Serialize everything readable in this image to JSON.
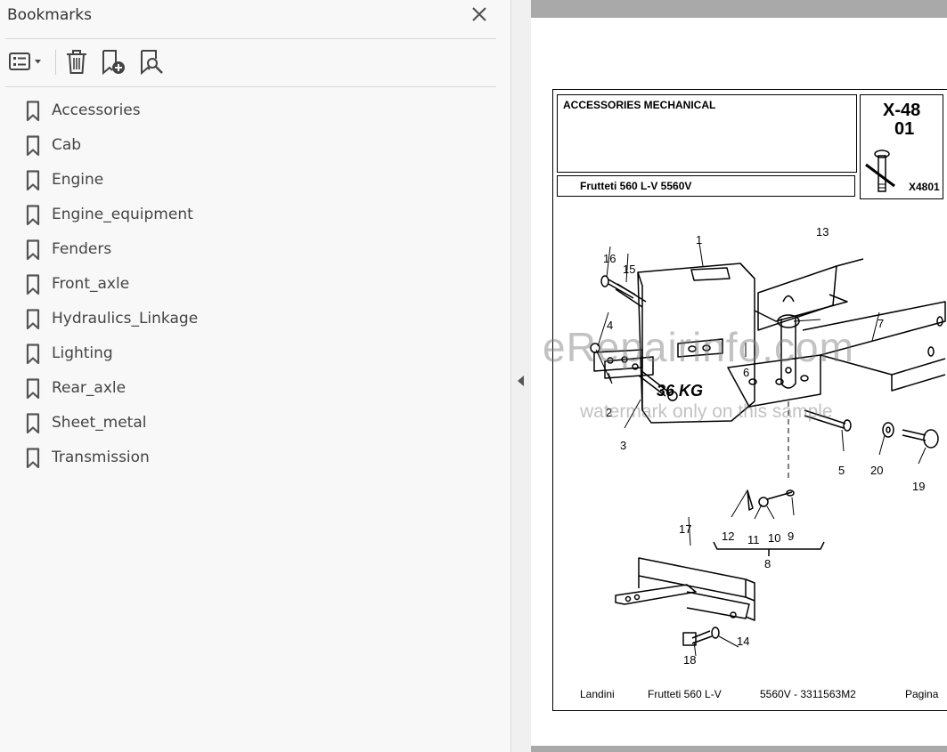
{
  "panel": {
    "title": "Bookmarks",
    "toolbar": {
      "options_icon": "list-options-icon",
      "delete_icon": "trash-icon",
      "new_bookmark_icon": "bookmark-add-icon",
      "find_bookmark_icon": "bookmark-search-icon"
    },
    "bookmarks": [
      {
        "label": "Accessories"
      },
      {
        "label": "Cab"
      },
      {
        "label": "Engine"
      },
      {
        "label": "Engine_equipment"
      },
      {
        "label": "Fenders"
      },
      {
        "label": "Front_axle"
      },
      {
        "label": "Hydraulics_Linkage"
      },
      {
        "label": "Lighting"
      },
      {
        "label": "Rear_axle"
      },
      {
        "label": "Sheet_metal"
      },
      {
        "label": "Transmission"
      }
    ]
  },
  "document": {
    "section_title": "ACCESSORIES MECHANICAL",
    "code_line1": "X-48",
    "code_line2": "01",
    "figure_ref": "X4801",
    "model_box": "Frutteti 560 L-V  5560V",
    "callouts": [
      "1",
      "2",
      "3",
      "4",
      "5",
      "6",
      "7",
      "8",
      "9",
      "10",
      "11",
      "12",
      "13",
      "14",
      "15",
      "16",
      "17",
      "18",
      "19",
      "20"
    ],
    "plate_text": "36 KG",
    "footer": {
      "brand": "Landini",
      "model": "Frutteti 560 L-V",
      "code": "5560V - 3311563M2",
      "page": "Pagina"
    },
    "watermark_main": "eRepairinfo.com",
    "watermark_sub": "watermark only on this sample"
  }
}
